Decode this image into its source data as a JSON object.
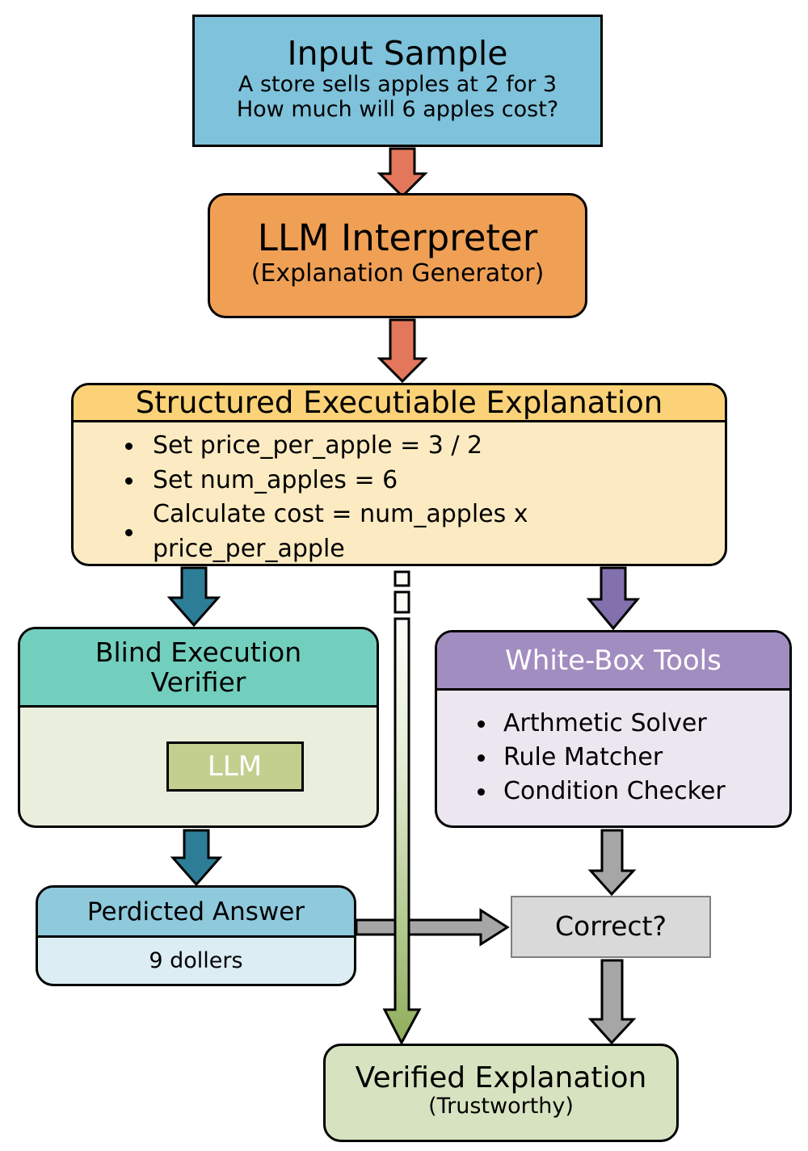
{
  "diagram": {
    "title": "Structured Executiable Explanation verification pipeline",
    "colors": {
      "input": "#7FC2DB",
      "interpreter": "#EFA055",
      "explanation_header": "#FBD278",
      "explanation_body": "#FCEBC2",
      "verifier_header": "#73CFBD",
      "verifier_body": "#E9EEDD",
      "llm_chip": "#C2CF8E",
      "tools_header": "#A28DC0",
      "tools_body": "#EBE6F0",
      "answer_header": "#8FC9DC",
      "answer_body": "#DCEDF4",
      "decision": "#D9D9D9",
      "verified": "#D7E3C0",
      "arrow_red": "#E3775C",
      "arrow_teal": "#2E7D96",
      "arrow_purple": "#8371AE",
      "arrow_gray": "#A6A6A6",
      "arrow_green_top": "#FBFDF7",
      "arrow_green_bottom": "#8FAE5B"
    },
    "nodes": {
      "input_sample": {
        "title": "Input Sample",
        "line1": "A store sells apples at 2 for 3",
        "line2": "How much will 6 apples cost?"
      },
      "llm_interpreter": {
        "title": "LLM Interpreter",
        "subtitle": "(Explanation Generator)"
      },
      "structured_explanation": {
        "title": "Structured Executiable Explanation",
        "steps": [
          "Set price_per_apple = 3 / 2",
          "Set num_apples = 6",
          "Calculate cost = num_apples x price_per_apple"
        ]
      },
      "blind_verifier": {
        "title_line1": "Blind Execution",
        "title_line2": "Verifier",
        "chip_label": "LLM"
      },
      "whitebox_tools": {
        "title": "White-Box Tools",
        "tools": [
          "Arthmetic Solver",
          "Rule Matcher",
          "Condition Checker"
        ]
      },
      "predicted_answer": {
        "title": "Perdicted Answer",
        "value": "9 dollers"
      },
      "decision": {
        "label": "Correct?"
      },
      "verified_explanation": {
        "title": "Verified Explanation",
        "subtitle": "(Trustworthy)"
      }
    },
    "edges": [
      {
        "name": "input-to-interpreter",
        "color": "#E3775C",
        "direction": "down"
      },
      {
        "name": "interpreter-to-explanation",
        "color": "#E3775C",
        "direction": "down"
      },
      {
        "name": "explanation-to-verifier",
        "color": "#2E7D96",
        "direction": "down"
      },
      {
        "name": "explanation-to-tools",
        "color": "#8371AE",
        "direction": "down"
      },
      {
        "name": "explanation-to-verified",
        "color": "#8FAE5B",
        "direction": "down"
      },
      {
        "name": "verifier-to-answer",
        "color": "#2E7D96",
        "direction": "down"
      },
      {
        "name": "tools-to-decision",
        "color": "#A6A6A6",
        "direction": "down"
      },
      {
        "name": "answer-to-decision",
        "color": "#A6A6A6",
        "direction": "right"
      },
      {
        "name": "decision-to-verified",
        "color": "#A6A6A6",
        "direction": "down"
      }
    ]
  }
}
